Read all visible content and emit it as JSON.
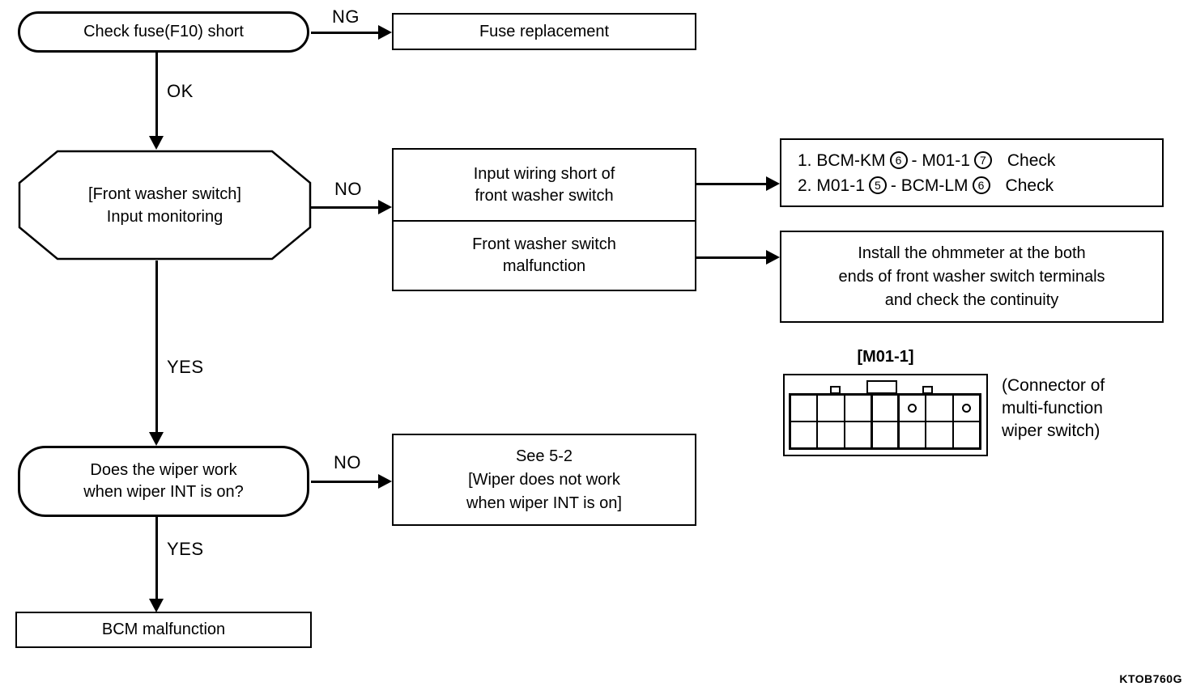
{
  "colors": {
    "ink": "#000000",
    "paper": "#ffffff"
  },
  "watermark": "KTOB760G",
  "labels": {
    "ng": "NG",
    "ok": "OK",
    "no_monitoring": "NO",
    "yes_monitoring": "YES",
    "no_wiper": "NO",
    "yes_wiper": "YES"
  },
  "nodes": {
    "check_fuse": {
      "label": "Check fuse(F10) short"
    },
    "fuse_replacement": {
      "label": "Fuse replacement"
    },
    "front_washer_monitoring": {
      "line1": "[Front washer switch]",
      "line2": "Input monitoring"
    },
    "input_wiring_short": {
      "line1": "Input wiring short of",
      "line2": "front washer switch"
    },
    "front_washer_malfunction": {
      "line1": "Front washer switch",
      "line2": "malfunction"
    },
    "wiring_check": {
      "item1": {
        "lead": "1. BCM-KM",
        "pin1": "6",
        "mid": "- M01-1",
        "pin2": "7",
        "tail": "Check"
      },
      "item2": {
        "lead": "2. M01-1",
        "pin1": "5",
        "mid": "- BCM-LM",
        "pin2": "6",
        "tail": "Check"
      }
    },
    "ohmmeter_check": {
      "line1": "Install the ohmmeter at the both",
      "line2": "ends of front washer switch terminals",
      "line3": "and check the continuity"
    },
    "wiper_int_question": {
      "line1": "Does the wiper work",
      "line2": "when wiper INT is on?"
    },
    "see_5_2": {
      "line1": "See 5-2",
      "line2": "[Wiper does not work",
      "line3": "when wiper INT is on]"
    },
    "bcm_malfunction": {
      "label": "BCM malfunction"
    }
  },
  "connector": {
    "title": "[M01-1]",
    "caption": {
      "line1": "(Connector of",
      "line2": "multi-function",
      "line3": "wiper switch)"
    }
  }
}
